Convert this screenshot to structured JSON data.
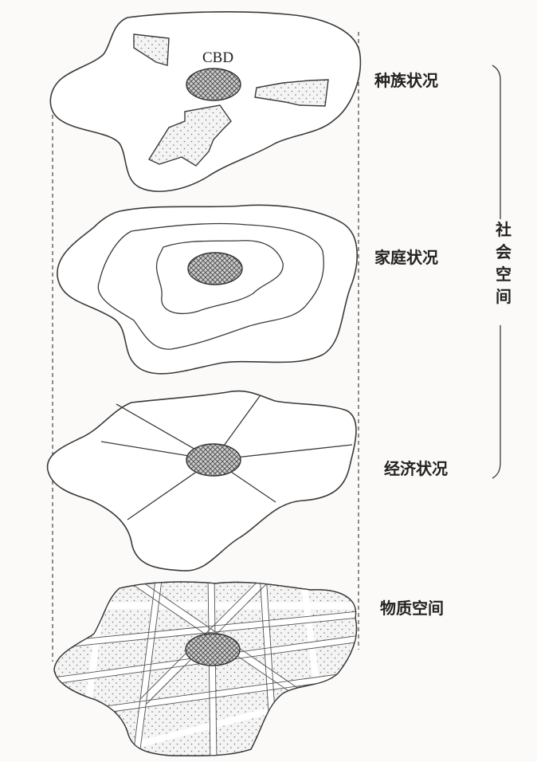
{
  "diagram": {
    "cbd_label": "CBD",
    "layers": [
      {
        "label": "种族状况"
      },
      {
        "label": "家庭状况"
      },
      {
        "label": "经济状况"
      },
      {
        "label": "物质空间"
      }
    ],
    "bracket_label": "社会空间"
  }
}
